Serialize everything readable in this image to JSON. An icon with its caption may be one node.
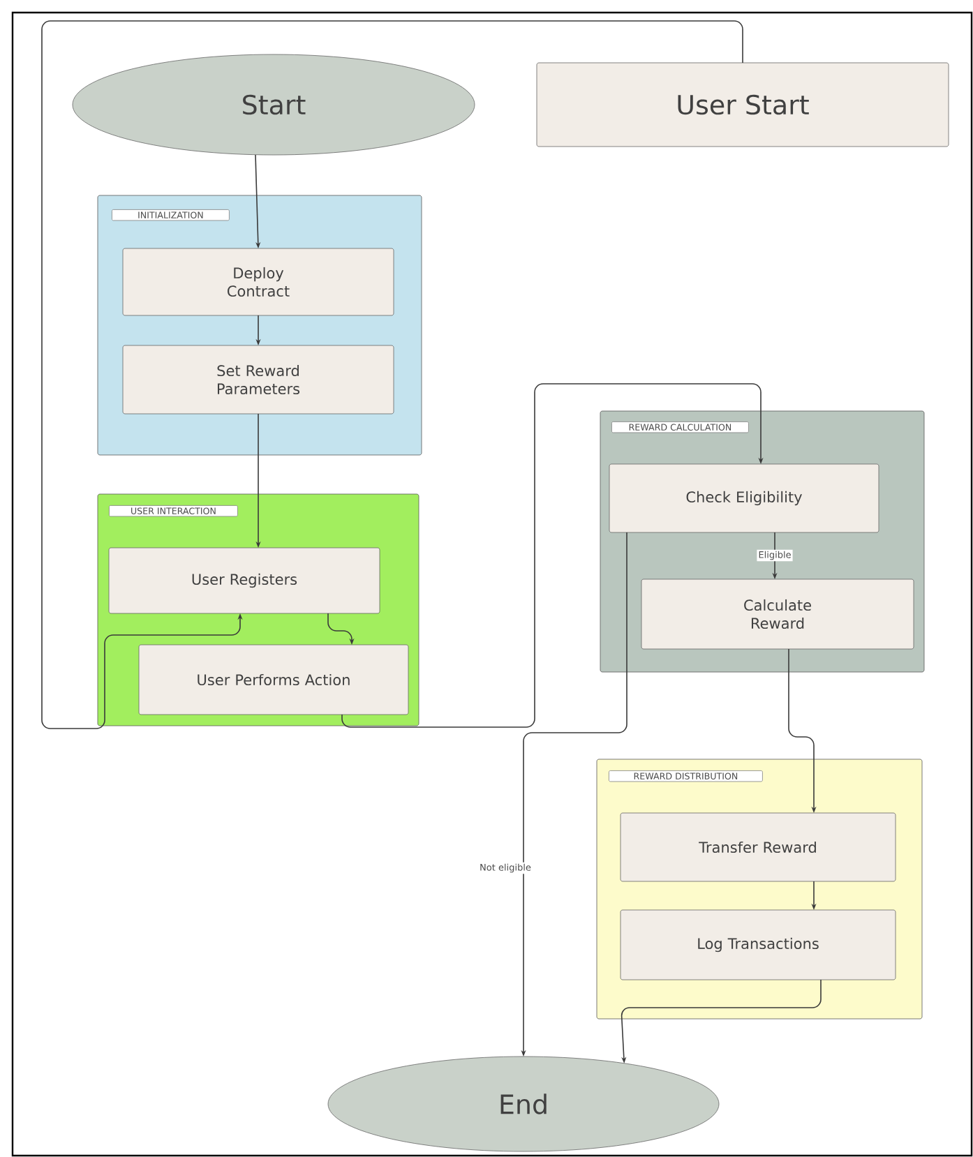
{
  "diagram": {
    "nodes": [
      {
        "text": [
          "Start"
        ]
      },
      {
        "text": [
          "User Start"
        ]
      },
      {
        "text": [
          "INITIALIZATION"
        ]
      },
      {
        "text": [
          "Deploy Contract"
        ],
        "in": 2
      },
      {
        "text": [
          "Set Reward Parameters"
        ],
        "in": 2
      },
      {
        "text": [
          "USER INTERACTION"
        ]
      },
      {
        "text": [
          "User Registers"
        ],
        "in": 5
      },
      {
        "text": [
          "User Performs Action"
        ],
        "in": 5
      },
      {
        "text": [
          "REWARD CALCULATION"
        ]
      },
      {
        "text": [
          "Check Eligibility"
        ],
        "in": 8
      },
      {
        "text": [
          "Calculate Reward"
        ],
        "in": 8
      },
      {
        "text": [
          "REWARD DISTRIBUTION"
        ]
      },
      {
        "text": [
          "Transfer Reward"
        ],
        "in": 11
      },
      {
        "text": [
          "Log Transactions"
        ],
        "in": 11
      },
      {
        "text": [
          "End"
        ]
      }
    ],
    "edges": [
      {
        "from": 0,
        "to": 3,
        "arrow": "to"
      },
      {
        "from": 3,
        "to": 4,
        "arrow": "to"
      },
      {
        "from": 4,
        "to": 6,
        "arrow": "to"
      },
      {
        "from": 1,
        "to": 6,
        "arrow": "to"
      },
      {
        "from": 6,
        "to": 7,
        "arrow": "to"
      },
      {
        "from": 7,
        "to": 9,
        "arrow": "to"
      },
      {
        "from": 9,
        "to": 10,
        "label": "Eligible",
        "arrow": "to"
      },
      {
        "from": 9,
        "to": 14,
        "label": "Not eligible",
        "arrow": "to"
      },
      {
        "from": 10,
        "to": 12,
        "arrow": "to"
      },
      {
        "from": 12,
        "to": 13,
        "arrow": "to"
      },
      {
        "from": 13,
        "to": 14,
        "arrow": "to"
      }
    ]
  }
}
